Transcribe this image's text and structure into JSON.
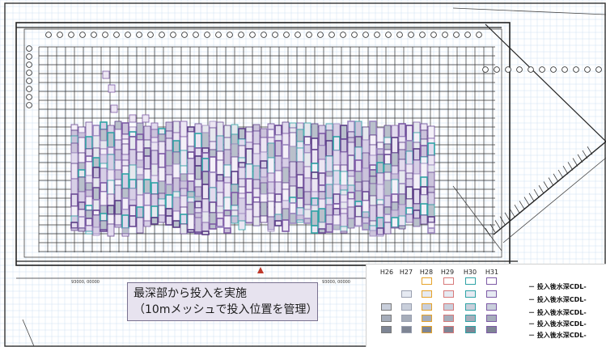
{
  "drawing": {
    "labels": {
      "dimension_left": "93000, 00000",
      "dimension_right": "93000, 00000"
    }
  },
  "callout": {
    "line1": "最深部から投入を実施",
    "line2": "（10mメッシュで投入位置を管理）"
  },
  "legend": {
    "years": [
      "H26",
      "H27",
      "H28",
      "H29",
      "H30",
      "H31"
    ],
    "year_colors": [
      "#ffffff",
      "#9aa0b0",
      "#e6a32a",
      "#d7797a",
      "#2fa3a6",
      "#7d5aa6"
    ],
    "rows": [
      "－ 投入後水深CDL-",
      "－ 投入後水深CDL-",
      "－ 投入後水深CDL-",
      "－ 投入後水深CDL-",
      "－ 投入後水深CDL-"
    ],
    "row_fills": [
      "#ffffff",
      "#e6eaf2",
      "#c9cfdb",
      "#a6adba",
      "#7e8594"
    ]
  }
}
